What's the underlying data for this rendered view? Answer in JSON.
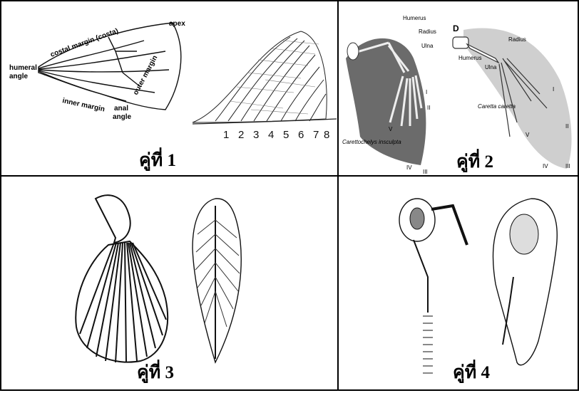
{
  "panels": [
    {
      "label": "คู่ที่ 1",
      "wing_labels": {
        "apex": "apex",
        "costal": "costal margin (costa)",
        "humeral": [
          "humeral",
          "angle"
        ],
        "outer": "outer margin",
        "inner": "inner margin",
        "anal": [
          "anal",
          "angle"
        ]
      },
      "vein_numbers": [
        "1",
        "2",
        "3",
        "4",
        "5",
        "6",
        "7",
        "8"
      ]
    },
    {
      "label": "คู่ที่ 2",
      "left_bones": [
        "Humerus",
        "Radius",
        "Ulna"
      ],
      "left_digits": [
        "I",
        "II",
        "III",
        "IV",
        "V"
      ],
      "left_species": "Carettochelys insculpta",
      "right_letter": "D",
      "right_bones": [
        "Humerus",
        "Radius",
        "Ulna"
      ],
      "right_digits": [
        "I",
        "II",
        "III",
        "IV",
        "V"
      ],
      "right_species": "Caretta caretta"
    },
    {
      "label": "คู่ที่ 3"
    },
    {
      "label": "คู่ที่ 4"
    }
  ],
  "colors": {
    "border": "#000000",
    "ink": "#111111",
    "shade": "#cfcfcf",
    "tissue": "#6b6b6b"
  }
}
